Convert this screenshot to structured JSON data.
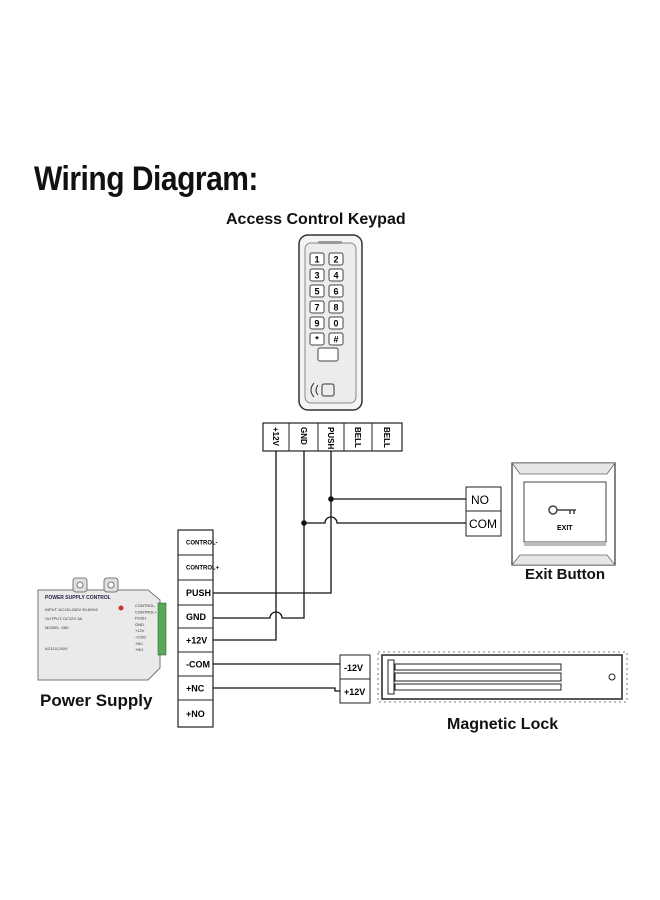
{
  "title": "Wiring Diagram:",
  "keypad": {
    "label": "Access Control Keypad",
    "keys": [
      "1",
      "2",
      "3",
      "4",
      "5",
      "6",
      "7",
      "8",
      "9",
      "0",
      "*",
      "#"
    ],
    "terminals": [
      "+12V",
      "GND",
      "PUSH",
      "BELL",
      "BELL"
    ]
  },
  "exit_button": {
    "label": "Exit Button",
    "face_text": "EXIT",
    "terminals": [
      "NO",
      "COM"
    ]
  },
  "power_supply": {
    "label": "Power Supply",
    "device_title": "POWER SUPPLY CONTROL",
    "device_lines": [
      "INPUT: AC110-240V  50-60HZ",
      "OUTPUT: DC12V  3A",
      "MODEL: K80",
      "AC110-240V"
    ],
    "device_pins": [
      "CONTROL-",
      "CONTROL+",
      "PUSH",
      "GND",
      "+12V",
      "-COM",
      "+NC",
      "+NO"
    ],
    "terminals": [
      "CONTROL-",
      "CONTROL+",
      "PUSH",
      "GND",
      "+12V",
      "-COM",
      "+NC",
      "+NO"
    ]
  },
  "magnetic_lock": {
    "label": "Magnetic Lock",
    "terminals": [
      "-12V",
      "+12V"
    ]
  },
  "colors": {
    "line": "#111111",
    "device_grey": "#d9d9d9",
    "device_dark": "#555555"
  }
}
